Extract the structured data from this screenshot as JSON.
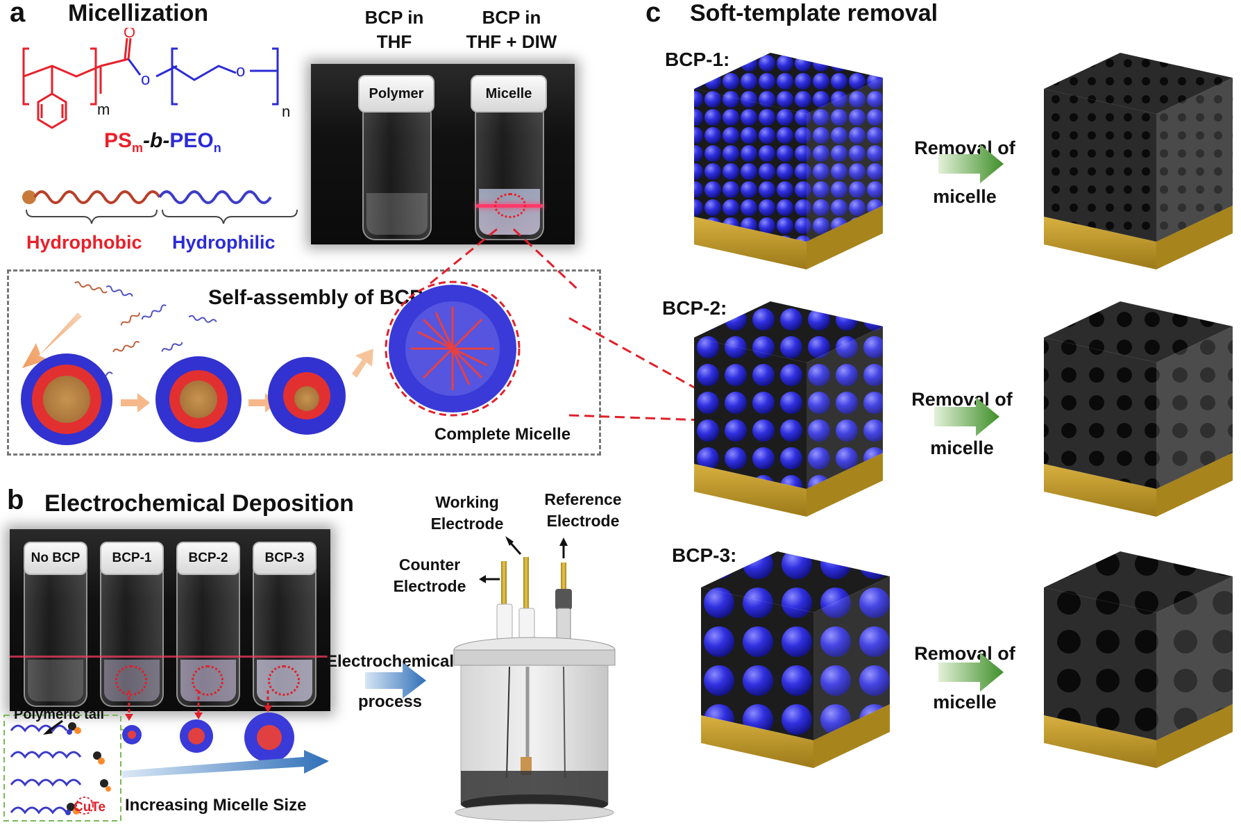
{
  "panel_a": {
    "letter": "a",
    "title": "Micellization",
    "formula_ps": "PS",
    "formula_sub_m": "m",
    "formula_b": "-b-",
    "formula_peo": "PEO",
    "formula_sub_n": "n",
    "struct_m": "m",
    "struct_n": "n",
    "struct_o1": "O",
    "struct_o2": "o",
    "struct_o3": "o",
    "hydrophobic": "Hydrophobic",
    "hydrophilic": "Hydrophilic",
    "vial1_header": "BCP in\nTHF",
    "vial2_header": "BCP in\nTHF + DIW",
    "vial1_cap": "Polymer",
    "vial2_cap": "Micelle",
    "self_assembly": "Self-assembly of BCP",
    "complete_micelle": "Complete Micelle"
  },
  "panel_b": {
    "letter": "b",
    "title": "Electrochemical Deposition",
    "vial_caps": [
      "No BCP",
      "BCP-1",
      "BCP-2",
      "BCP-3"
    ],
    "polymeric_tail": "Polymeric tail",
    "cute": "CuTe",
    "increasing": "Increasing Micelle Size",
    "electrochemical_process": "Electrochemical\nprocess",
    "working_electrode": "Working\nElectrode",
    "reference_electrode": "Reference\nElectrode",
    "counter_electrode": "Counter\nElectrode"
  },
  "panel_c": {
    "letter": "c",
    "title": "Soft-template removal",
    "rows": [
      {
        "label": "BCP-1:",
        "action": "Removal of\nmicelle"
      },
      {
        "label": "BCP-2:",
        "action": "Removal of\nmicelle"
      },
      {
        "label": "BCP-3:",
        "action": "Removal of\nmicelle"
      }
    ]
  },
  "colors": {
    "hydrophobic": "#e8202a",
    "hydrophilic": "#2b2bd6",
    "sphere": "#2a2ad8",
    "gold": "#c9a227",
    "arrow_green": "#3f8f2a",
    "arrow_blue": "#2f6fb8"
  }
}
